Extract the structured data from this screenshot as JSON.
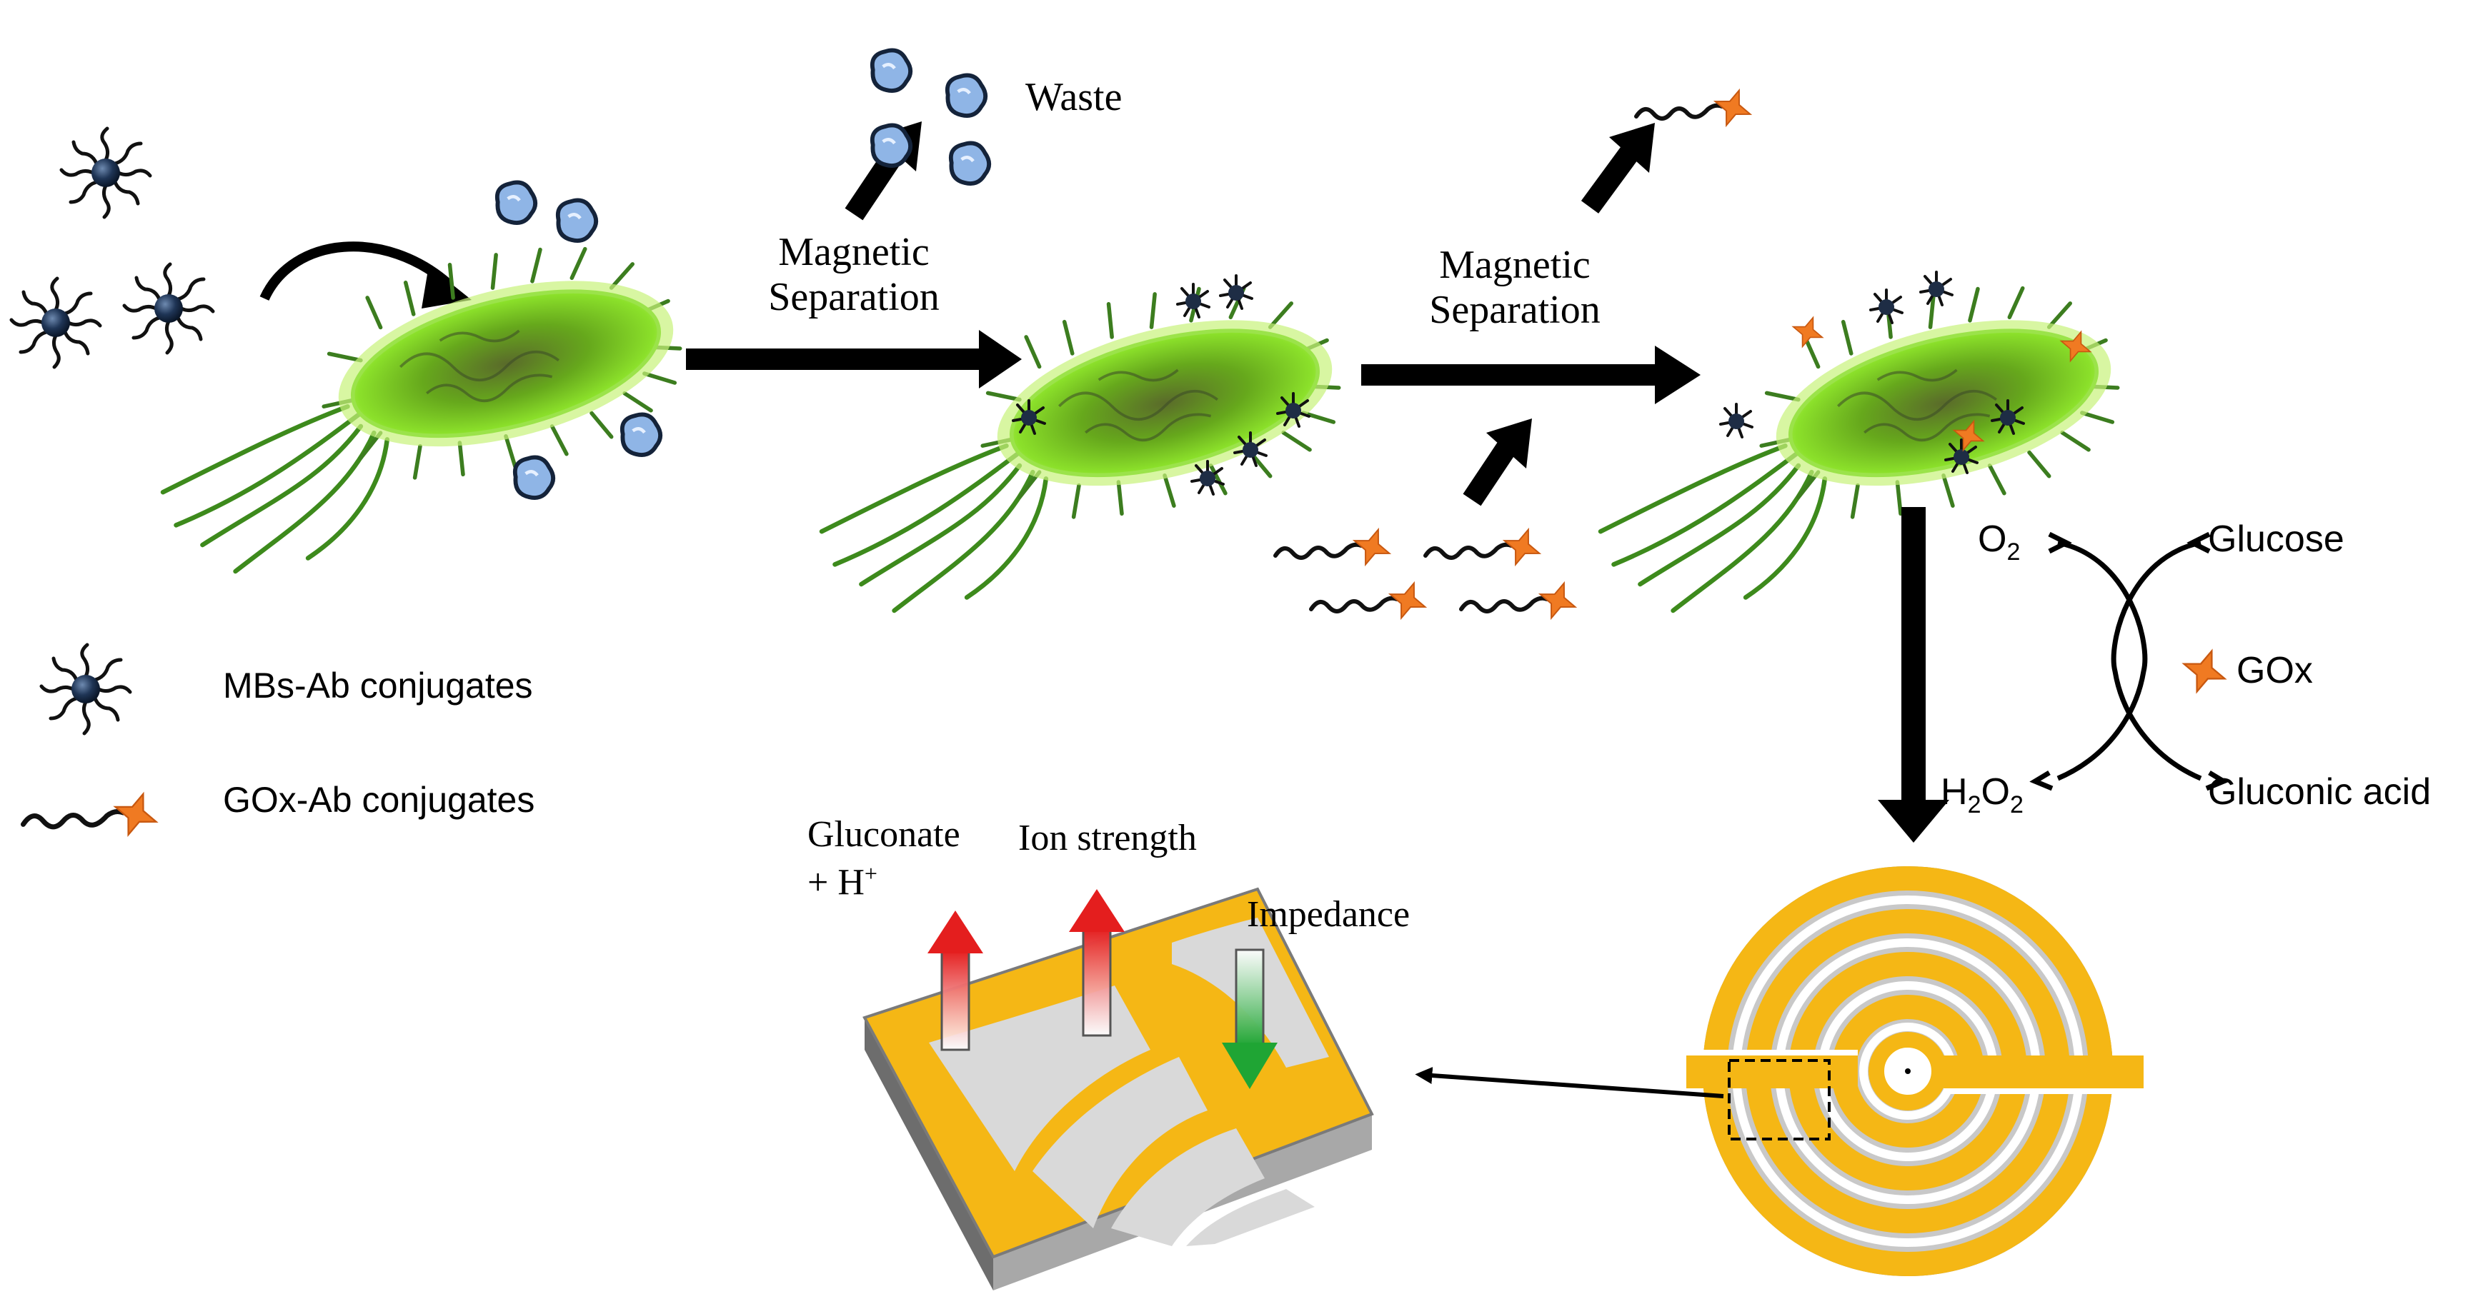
{
  "labels": {
    "waste": "Waste",
    "magnetic_separation_1": "Magnetic\nSeparation",
    "magnetic_separation_2": "Magnetic\nSeparation",
    "o2": "O",
    "o2_sub": "2",
    "glucose": "Glucose",
    "gox": "GOx",
    "h2o2_h": "H",
    "h2o2_sub1": "2",
    "h2o2_o": "O",
    "h2o2_sub2": "2",
    "gluconic_acid": "Gluconic acid",
    "gluconate": "Gluconate",
    "h_plus": "+ H",
    "h_plus_sup": "+",
    "ion_strength": "Ion strength",
    "impedance": "Impedance"
  },
  "legend": {
    "items": [
      {
        "label": "MBs-Ab conjugates",
        "icon": "magnetic-bead-antibody-icon"
      },
      {
        "label": "GOx-Ab conjugates",
        "icon": "gox-antibody-icon"
      }
    ]
  },
  "colors": {
    "bacteria": "#7cd420",
    "bacteria_glow": "#c8f27a",
    "antigen": "#8fb5e6",
    "magnetic_bead": "#1e3250",
    "gox": "#f07a22",
    "electrode": "#f5b715",
    "arrow_up": "#e02020",
    "arrow_down": "#22a838"
  }
}
